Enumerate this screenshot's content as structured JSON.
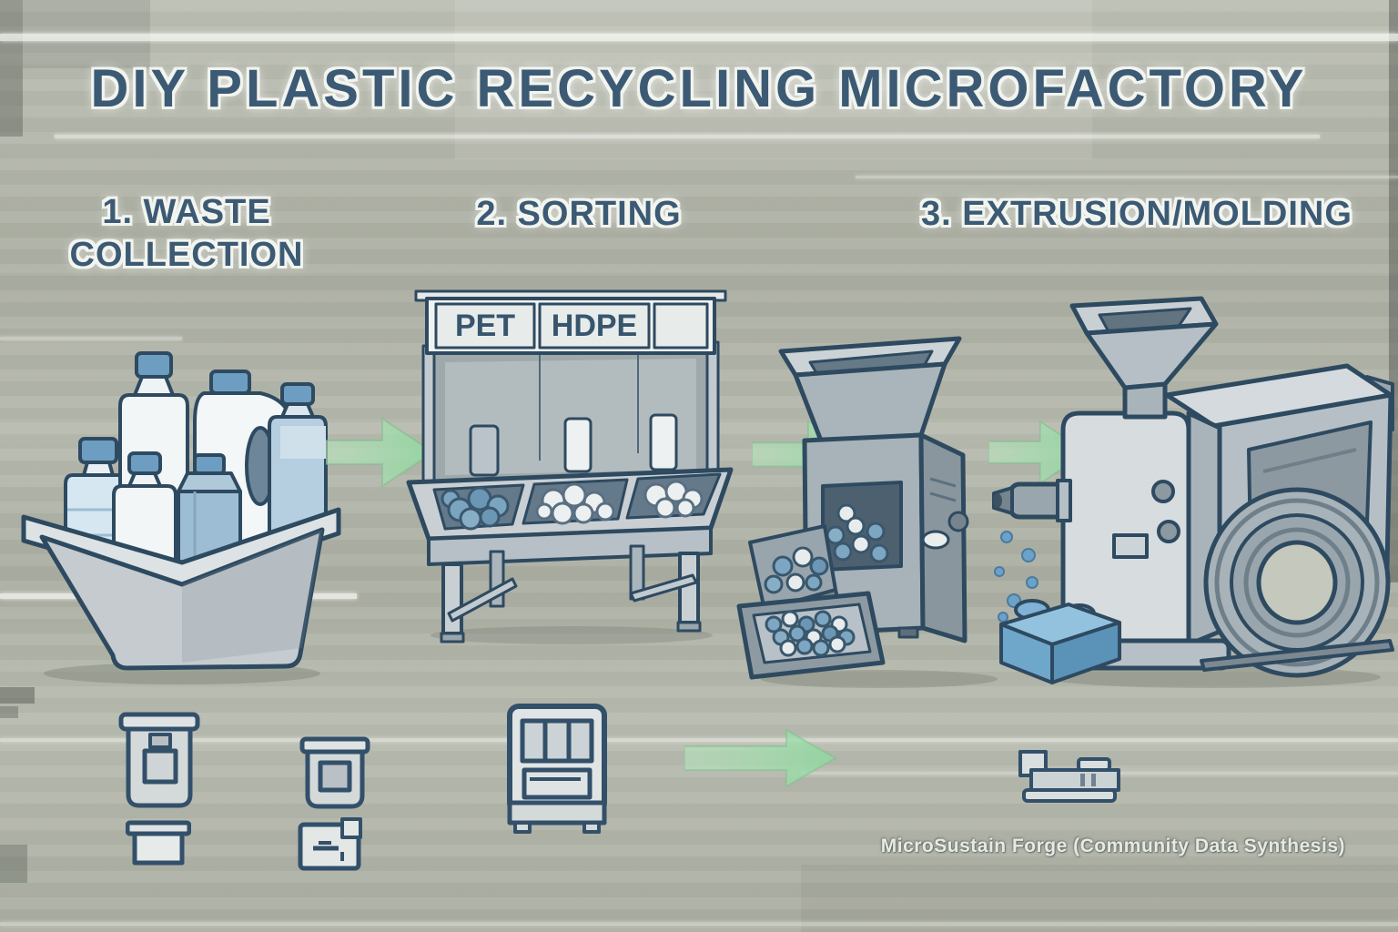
{
  "title": "DIY PLASTIC RECYCLING MICROFACTORY",
  "steps": [
    {
      "line1": "1. WASTE",
      "line2": "COLLECTION"
    },
    {
      "line1": "2. SORTING",
      "line2": ""
    },
    {
      "line1": "3. EXTRUSION/MOLDING",
      "line2": ""
    }
  ],
  "sorting_sign": {
    "labels": [
      "PET",
      "HDPE",
      ""
    ]
  },
  "watermark": "MicroSustain Forge (Community Data Synthesis)",
  "icons": {
    "flow_arrow": "arrow-right-icon",
    "bottom_row": [
      "storage-bin-icon",
      "small-container-icon",
      "box-lid-icon",
      "folder-tray-icon",
      "granulator-machine-icon",
      "extruder-profile-icon"
    ]
  },
  "colors": {
    "background": "#b5b8ab",
    "heading_text": "#3c5a74",
    "heading_halo": "#f2f4ef",
    "line_art_stroke": "#2e4a60",
    "machine_gray_light": "#d7dcdf",
    "machine_gray_mid": "#aab4bb",
    "machine_gray_dark": "#8d99a1",
    "flake_blue": "#7ca6c2",
    "flake_white": "#edf0f1",
    "bottle_blue": "#b5cee0",
    "bottle_white": "#f3f6f7",
    "cap_blue": "#6d9ec1",
    "lego_blue": "#7fb2d4",
    "arrow_green": "#9adfa8",
    "sign_panel": "#f0f2f1"
  }
}
